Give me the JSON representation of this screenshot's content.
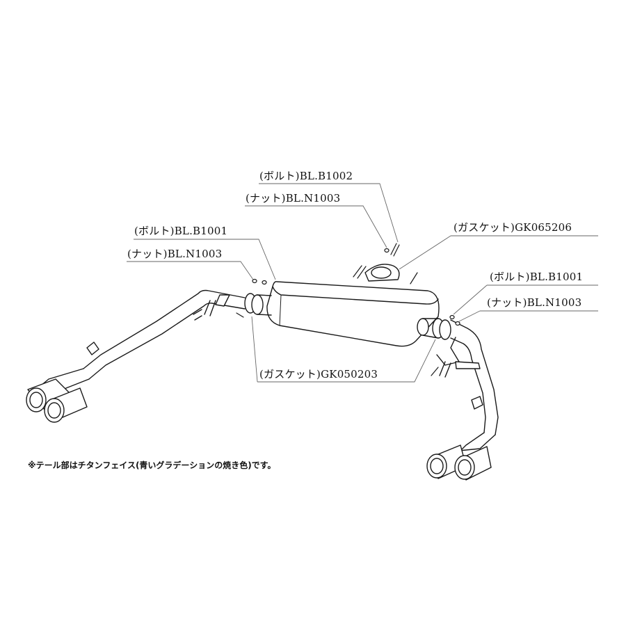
{
  "labels": {
    "bolt_b1002": "(ボルト)BL.B1002",
    "nut_n1003_top": "(ナット)BL.N1003",
    "gasket_gk065206": "(ガスケット)GK065206",
    "bolt_b1001_left": "(ボルト)BL.B1001",
    "nut_n1003_left": "(ナット)BL.N1003",
    "bolt_b1001_right": "(ボルト)BL.B1001",
    "nut_n1003_right": "(ナット)BL.N1003",
    "gasket_gk050203": "(ガスケット)GK050203"
  },
  "note": "※テール部はチタンフェイス(青いグラデーションの焼き色)です。",
  "colors": {
    "line": "#1a1a1a",
    "leader": "#666666",
    "fill": "#ffffff"
  }
}
